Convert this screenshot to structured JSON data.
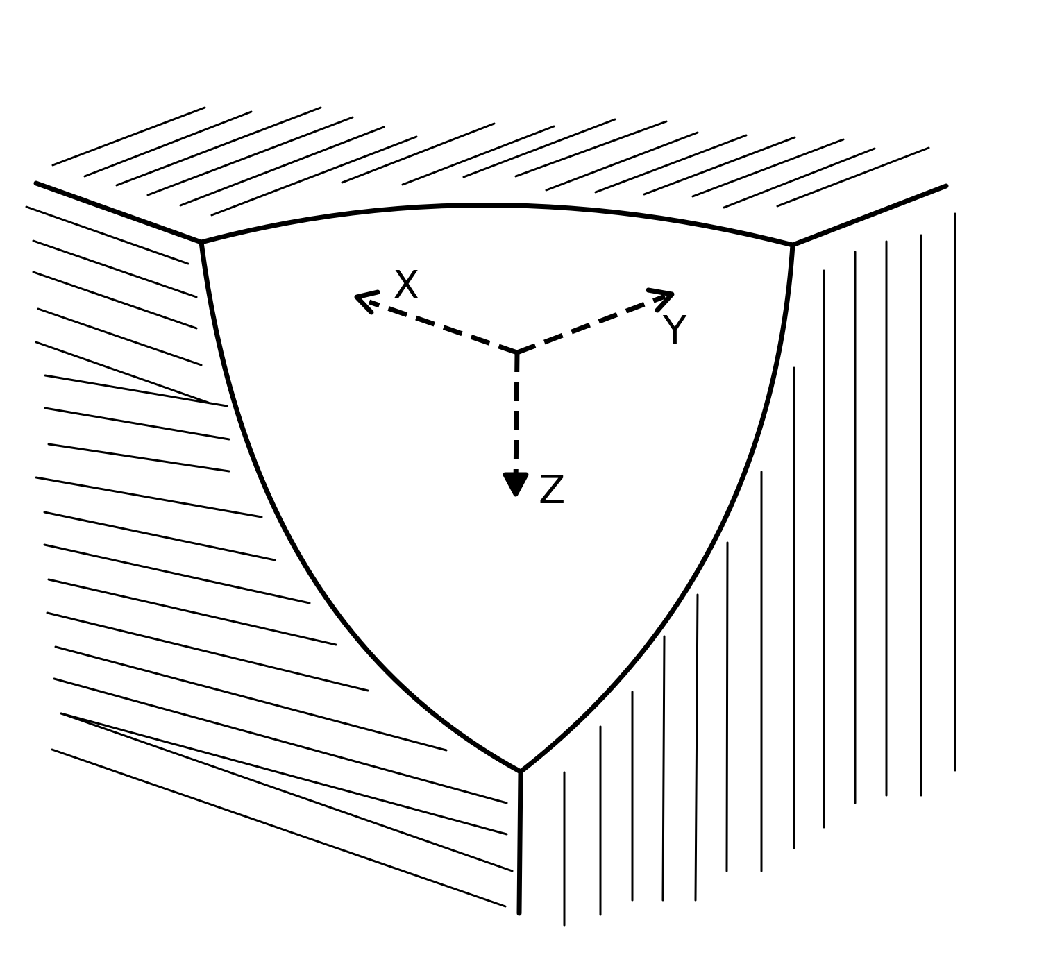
{
  "axes": {
    "x_label": "X",
    "y_label": "Y",
    "z_label": "Z"
  },
  "colors": {
    "line": "#000000",
    "background": "#ffffff"
  }
}
